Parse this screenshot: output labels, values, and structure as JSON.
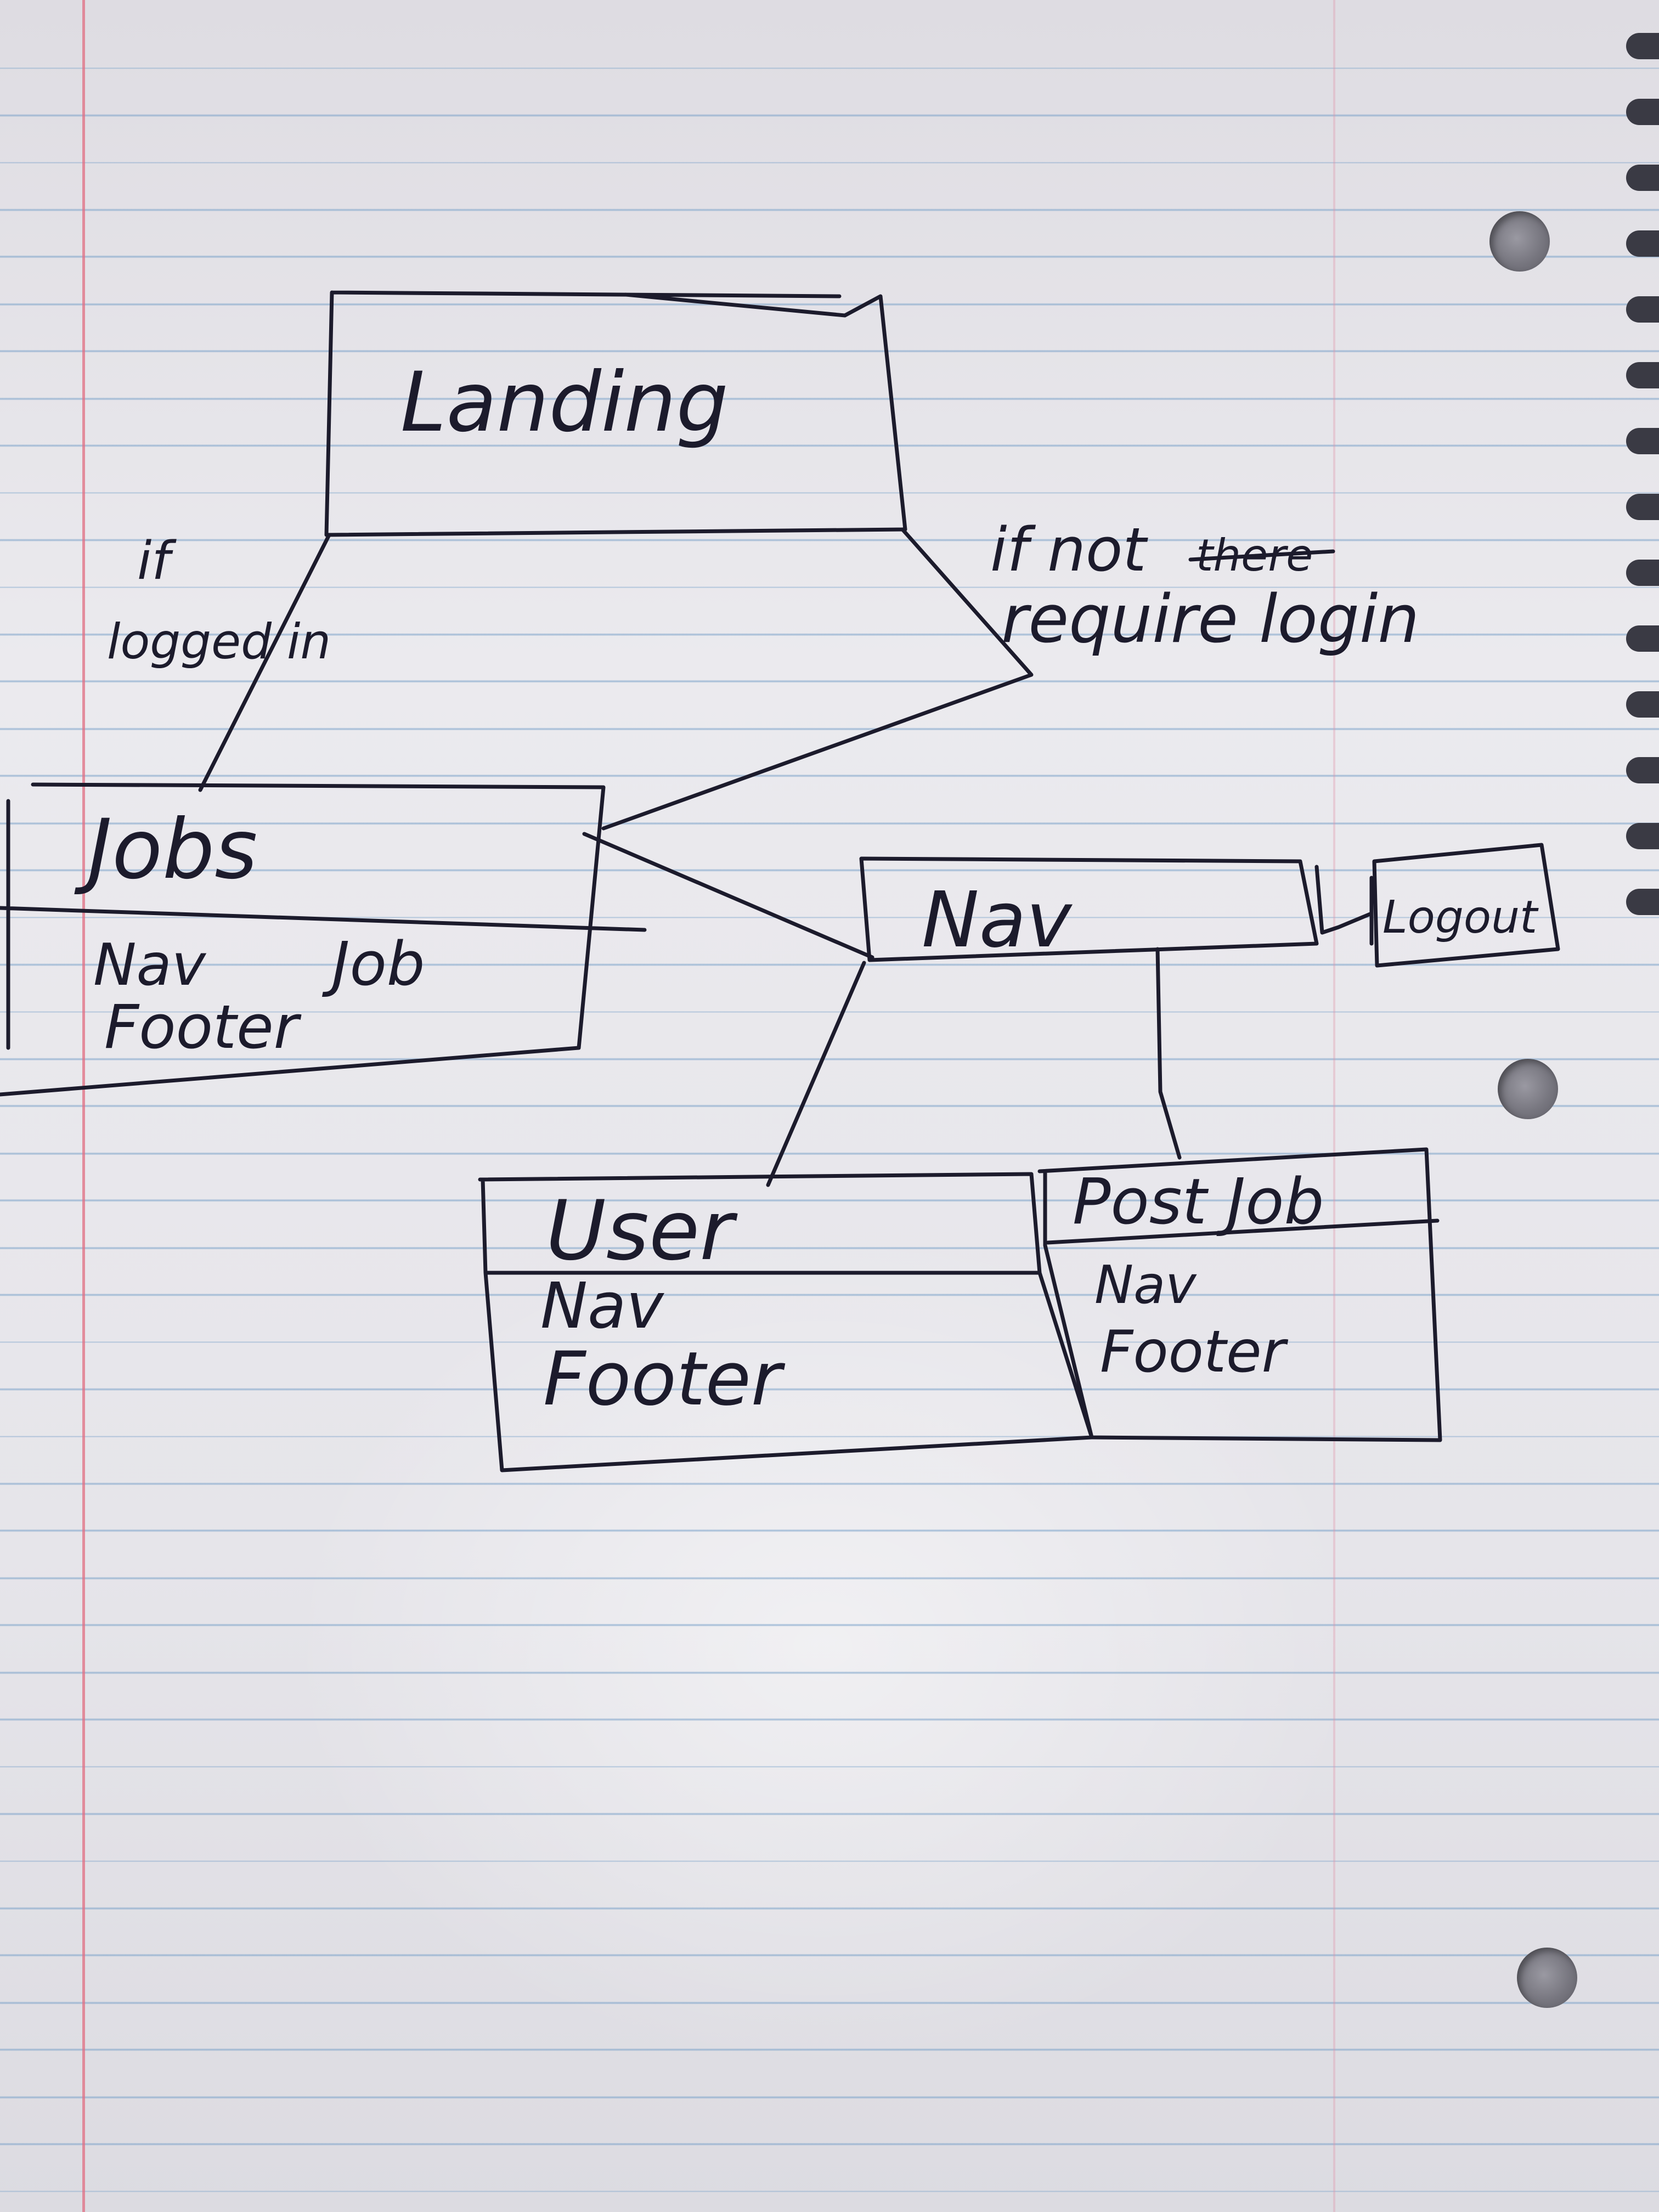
{
  "diagram": {
    "landing": {
      "label": "Landing"
    },
    "jobs": {
      "title": "Jobs",
      "body": [
        "Nav",
        "Job",
        "Footer"
      ]
    },
    "nav": {
      "title": "Nav",
      "logout": "Logout"
    },
    "user": {
      "title": "User",
      "body": [
        "Nav",
        "Footer"
      ]
    },
    "post_job": {
      "title": "Post Job",
      "body": [
        "Nav",
        "Footer"
      ]
    },
    "edges": {
      "logged_in_if": "if",
      "logged_in": "logged in",
      "not_logged_in": "if not",
      "scribble": "there",
      "require_login": "require login"
    }
  }
}
